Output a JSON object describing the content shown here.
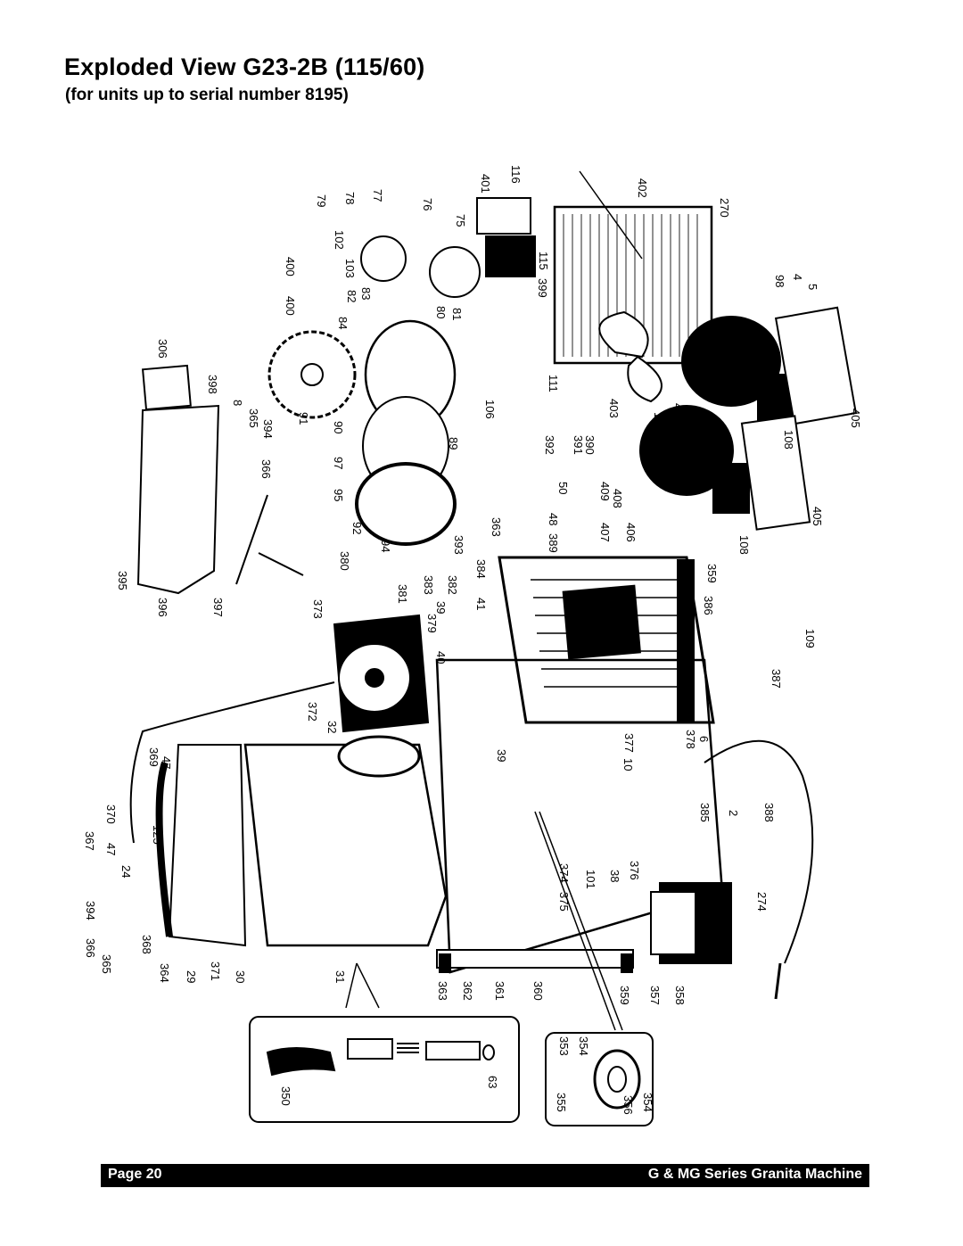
{
  "header": {
    "title": "Exploded View G23-2B (115/60)",
    "subtitle": "(for units up to serial number 8195)"
  },
  "diagram": {
    "part_labels": [
      "79",
      "78",
      "77",
      "76",
      "75",
      "102",
      "103",
      "83",
      "82",
      "84",
      "80",
      "81",
      "400",
      "400",
      "401",
      "116",
      "115",
      "399",
      "402",
      "270",
      "98",
      "4",
      "5",
      "306",
      "398",
      "8",
      "365",
      "394",
      "366",
      "91",
      "90",
      "89",
      "97",
      "95",
      "92",
      "94",
      "393",
      "106",
      "111",
      "403",
      "110",
      "404",
      "405",
      "108",
      "392",
      "391",
      "390",
      "50",
      "409",
      "408",
      "407",
      "406",
      "48",
      "389",
      "363",
      "405",
      "108",
      "395",
      "396",
      "397",
      "380",
      "381",
      "373",
      "383",
      "382",
      "39",
      "41",
      "384",
      "359",
      "386",
      "109",
      "379",
      "40",
      "387",
      "372",
      "32",
      "369",
      "47",
      "39",
      "377",
      "378",
      "6",
      "10",
      "370",
      "125",
      "367",
      "47",
      "24",
      "374",
      "375",
      "101",
      "38",
      "376",
      "385",
      "2",
      "388",
      "394",
      "366",
      "365",
      "368",
      "364",
      "29",
      "371",
      "30",
      "31",
      "363",
      "362",
      "361",
      "360",
      "359",
      "357",
      "358",
      "274",
      "350",
      "63",
      "353",
      "354",
      "355",
      "356",
      "354"
    ]
  },
  "footer": {
    "page": "Page 20",
    "series": "G & MG Series Granita Machine"
  }
}
